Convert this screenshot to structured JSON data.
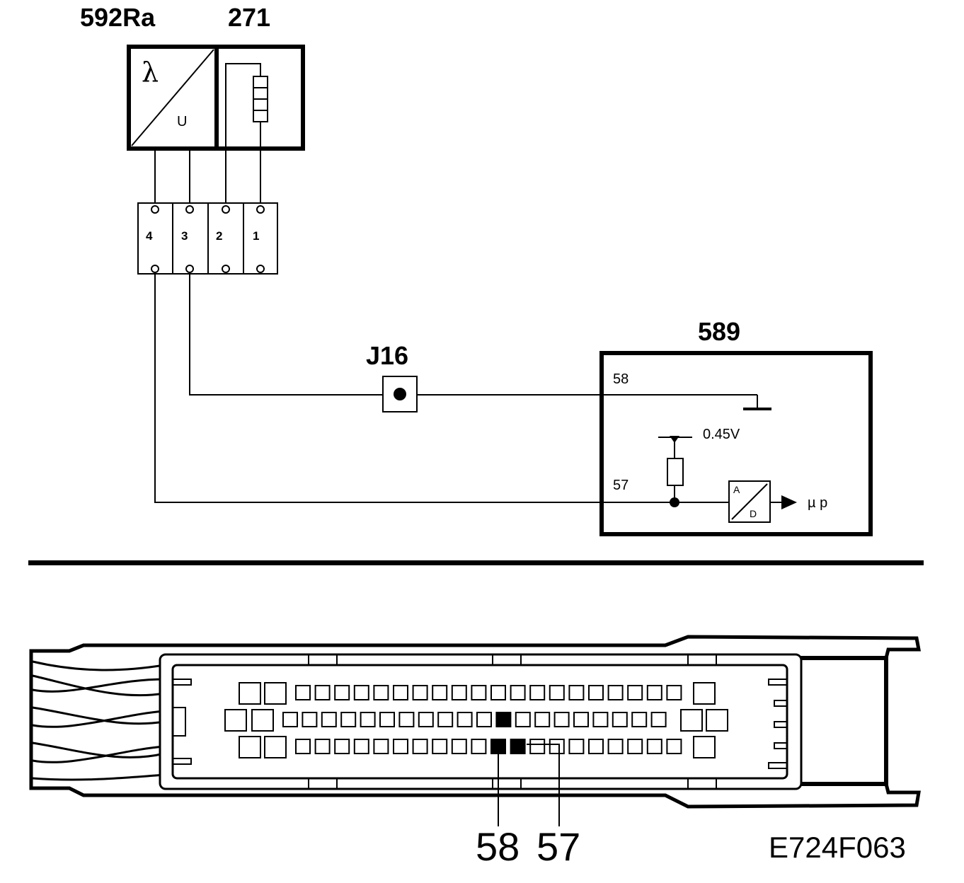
{
  "components": {
    "sensor": {
      "id": "592Ra",
      "symbol_top": "λ",
      "symbol_bottom": "U"
    },
    "heater": {
      "id": "271"
    },
    "splice": {
      "id": "J16"
    },
    "ecu": {
      "id": "589",
      "pin_ground": "58",
      "pin_signal": "57",
      "reference_voltage": "0.45V",
      "converter_top": "A",
      "converter_bottom": "D",
      "output": "µ p"
    }
  },
  "connector": {
    "pins": [
      "4",
      "3",
      "2",
      "1"
    ]
  },
  "ecu_connector_callouts": [
    "58",
    "57"
  ],
  "figure_ref": "E724F063"
}
